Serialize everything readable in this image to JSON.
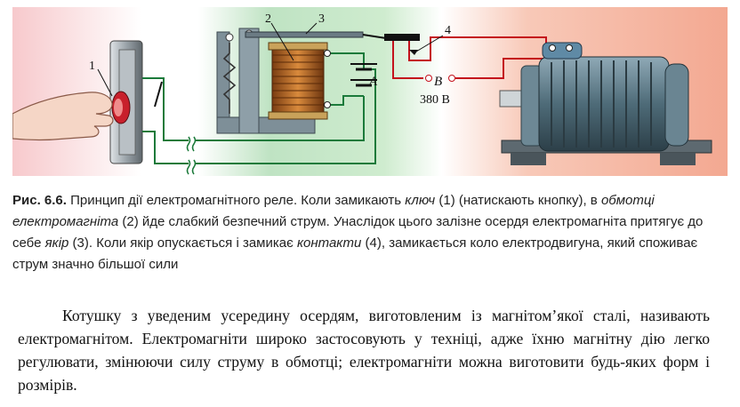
{
  "figure": {
    "labels": {
      "l1": "1",
      "l2": "2",
      "l3": "3",
      "l4": "4",
      "A": "A",
      "B": "B",
      "voltage": "380 В"
    }
  },
  "caption": {
    "ref": "Рис. 6.6.",
    "p1": " Принцип дії електромагнітного реле. Коли замикають ",
    "i1": "ключ",
    "p2": " (1) (натискають кнопку), в ",
    "i2": "обмотці електромагніта",
    "p3": " (2) йде слабкий безпечний струм. Унаслідок цього залізне осердя електромагніта притягує до себе ",
    "i3": "якір",
    "p4": " (3). Коли якір опускається і замикає ",
    "i4": "контакти",
    "p5": " (4), замикається коло електродвигуна, який споживає струм значно більшої сили"
  },
  "body": {
    "paragraph": "Котушку з уведеним усередину осердям, виготовленим із магнітом’якої сталі, називають електромагнітом. Електромагніти широко застосовують у техніці, адже їхню магнітну дію легко регулювати, змінюючи силу струму в обмотці; електромагніти можна виготовити будь-яких форм і розмірів."
  }
}
